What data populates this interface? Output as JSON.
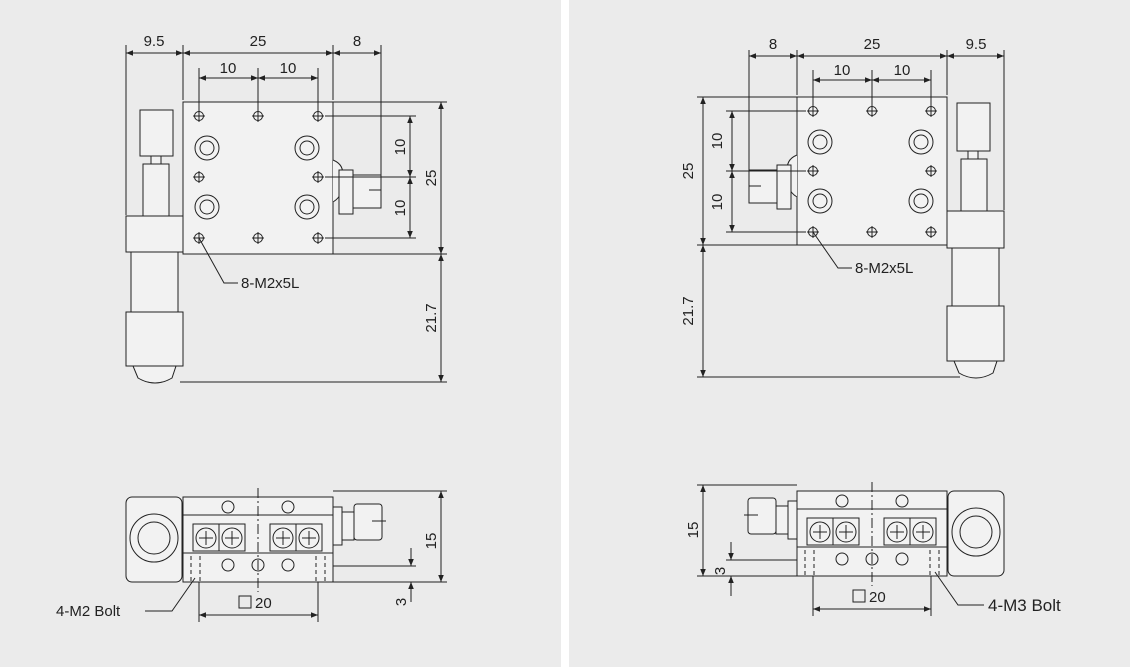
{
  "panels": [
    {
      "id": "left",
      "top_view": {
        "dims_top": [
          "9.5",
          "25",
          "8"
        ],
        "dims_sub": [
          "10",
          "10"
        ],
        "dims_right": [
          "10",
          "10",
          "25"
        ],
        "dim_height": "21.7",
        "hole_callout": "8-M2x5L"
      },
      "side_view": {
        "dim_height": "15",
        "dim_base": "3",
        "square_dim": "20",
        "bolt_callout": "4-M2 Bolt"
      }
    },
    {
      "id": "right",
      "top_view": {
        "dims_top": [
          "8",
          "25",
          "9.5"
        ],
        "dims_sub": [
          "10",
          "10"
        ],
        "dims_left": [
          "10",
          "10",
          "25"
        ],
        "dim_height": "21.7",
        "hole_callout": "8-M2x5L"
      },
      "side_view": {
        "dim_height": "15",
        "dim_base": "3",
        "square_dim": "20",
        "bolt_callout": "4-M3 Bolt"
      }
    }
  ],
  "square_symbol": "□",
  "colors": {
    "panel_bg": "#ebebeb",
    "line": "#222222",
    "part_fill": "#f2f2f2",
    "divider": "#ffffff"
  }
}
